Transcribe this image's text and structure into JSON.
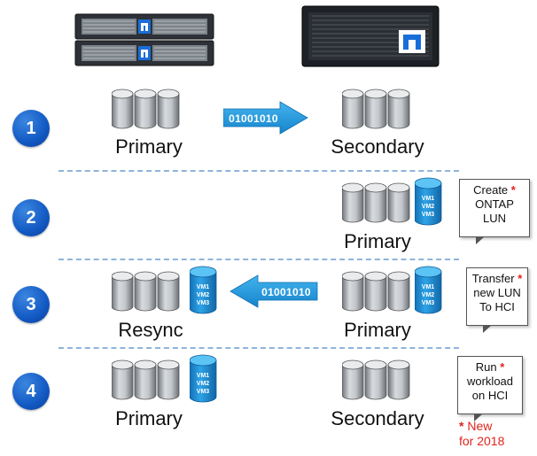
{
  "steps": [
    {
      "number": "1",
      "left_label": "Primary",
      "right_label": "Secondary",
      "transfer": "01001010"
    },
    {
      "number": "2",
      "right_label": "Primary",
      "callout": [
        "Create",
        "ONTAP",
        "LUN"
      ]
    },
    {
      "number": "3",
      "left_label": "Resync",
      "right_label": "Primary",
      "transfer": "01001010",
      "callout": [
        "Transfer",
        "new LUN",
        "To HCI"
      ]
    },
    {
      "number": "4",
      "left_label": "Primary",
      "right_label": "Secondary",
      "callout": [
        "Run",
        "workload",
        "on HCI"
      ]
    }
  ],
  "vm_labels": [
    "VM1",
    "VM2",
    "VM3"
  ],
  "star": "*",
  "new_note": [
    "New",
    "for 2018"
  ],
  "colors": {
    "step_blue": "#1259c3",
    "arrow_blue": "#1f8ed6",
    "vm_blue": "#1e8fd4",
    "accent_red": "#e0241b"
  },
  "icons": [
    "storage-server-icon",
    "storage-controller-icon",
    "disk-array-icon",
    "vm-database-icon",
    "arrow-right-icon",
    "arrow-left-icon"
  ]
}
